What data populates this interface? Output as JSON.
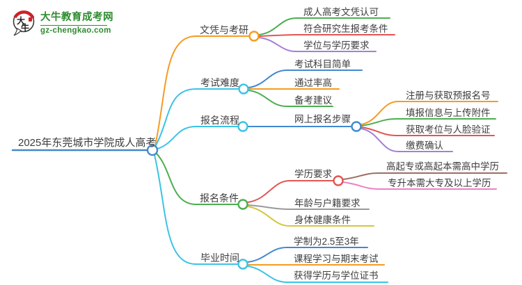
{
  "logo": {
    "title": "大牛教育成考网",
    "subtitle": "gz-chengkao.com",
    "icon_chars": [
      "大",
      "牛"
    ]
  },
  "root": {
    "label": "2025年东莞城市学院成人高考"
  },
  "palette": {
    "root_blue": "#4588c7",
    "orange": "#f59b22",
    "cyan": "#3bc3e6",
    "green": "#4cae4f",
    "red": "#e25553",
    "purple": "#a57fd5",
    "blue": "#4288cf",
    "gray": "#999999",
    "yellow": "#d2c73c",
    "brown": "#9b6f60",
    "pink": "#ef7fc4",
    "logo_green": "#2e8b2f",
    "logo_red": "#cc2229"
  },
  "branches": [
    {
      "label": "文凭与考研",
      "color": "#f59b22",
      "children": [
        {
          "label": "成人高考文凭认可",
          "color": "#4cae4f"
        },
        {
          "label": "符合研究生报考条件",
          "color": "#e25553"
        },
        {
          "label": "学位与学历要求",
          "color": "#a57fd5"
        }
      ]
    },
    {
      "label": "考试难度",
      "color": "#3bc3e6",
      "children": [
        {
          "label": "考试科目简单",
          "color": "#4288cf"
        },
        {
          "label": "通过率高",
          "color": "#f59b22"
        },
        {
          "label": "备考建议",
          "color": "#4cae4f"
        }
      ]
    },
    {
      "label": "报名流程",
      "color": "#3bc3e6",
      "children": [
        {
          "label": "网上报名步骤",
          "color": "#4288cf",
          "children": [
            {
              "label": "注册与获取预报名号",
              "color": "#f59b22"
            },
            {
              "label": "填报信息与上传附件",
              "color": "#4cae4f"
            },
            {
              "label": "获取考位与人脸验证",
              "color": "#e25553"
            },
            {
              "label": "缴费确认",
              "color": "#a57fd5"
            }
          ]
        }
      ]
    },
    {
      "label": "报名条件",
      "color": "#4cae4f",
      "children": [
        {
          "label": "学历要求",
          "color": "#e25553",
          "children": [
            {
              "label": "高起专或高起本需高中学历",
              "color": "#9b6f60"
            },
            {
              "label": "专升本需大专及以上学历",
              "color": "#ef7fc4"
            }
          ]
        },
        {
          "label": "年龄与户籍要求",
          "color": "#999999"
        },
        {
          "label": "身体健康条件",
          "color": "#d2c73c"
        }
      ]
    },
    {
      "label": "毕业时间",
      "color": "#3bc3e6",
      "children": [
        {
          "label": "学制为2.5至3年",
          "color": "#4288cf"
        },
        {
          "label": "课程学习与期末考试",
          "color": "#f59b22"
        },
        {
          "label": "获得学历与学位证书",
          "color": "#3bc3e6"
        }
      ]
    }
  ]
}
